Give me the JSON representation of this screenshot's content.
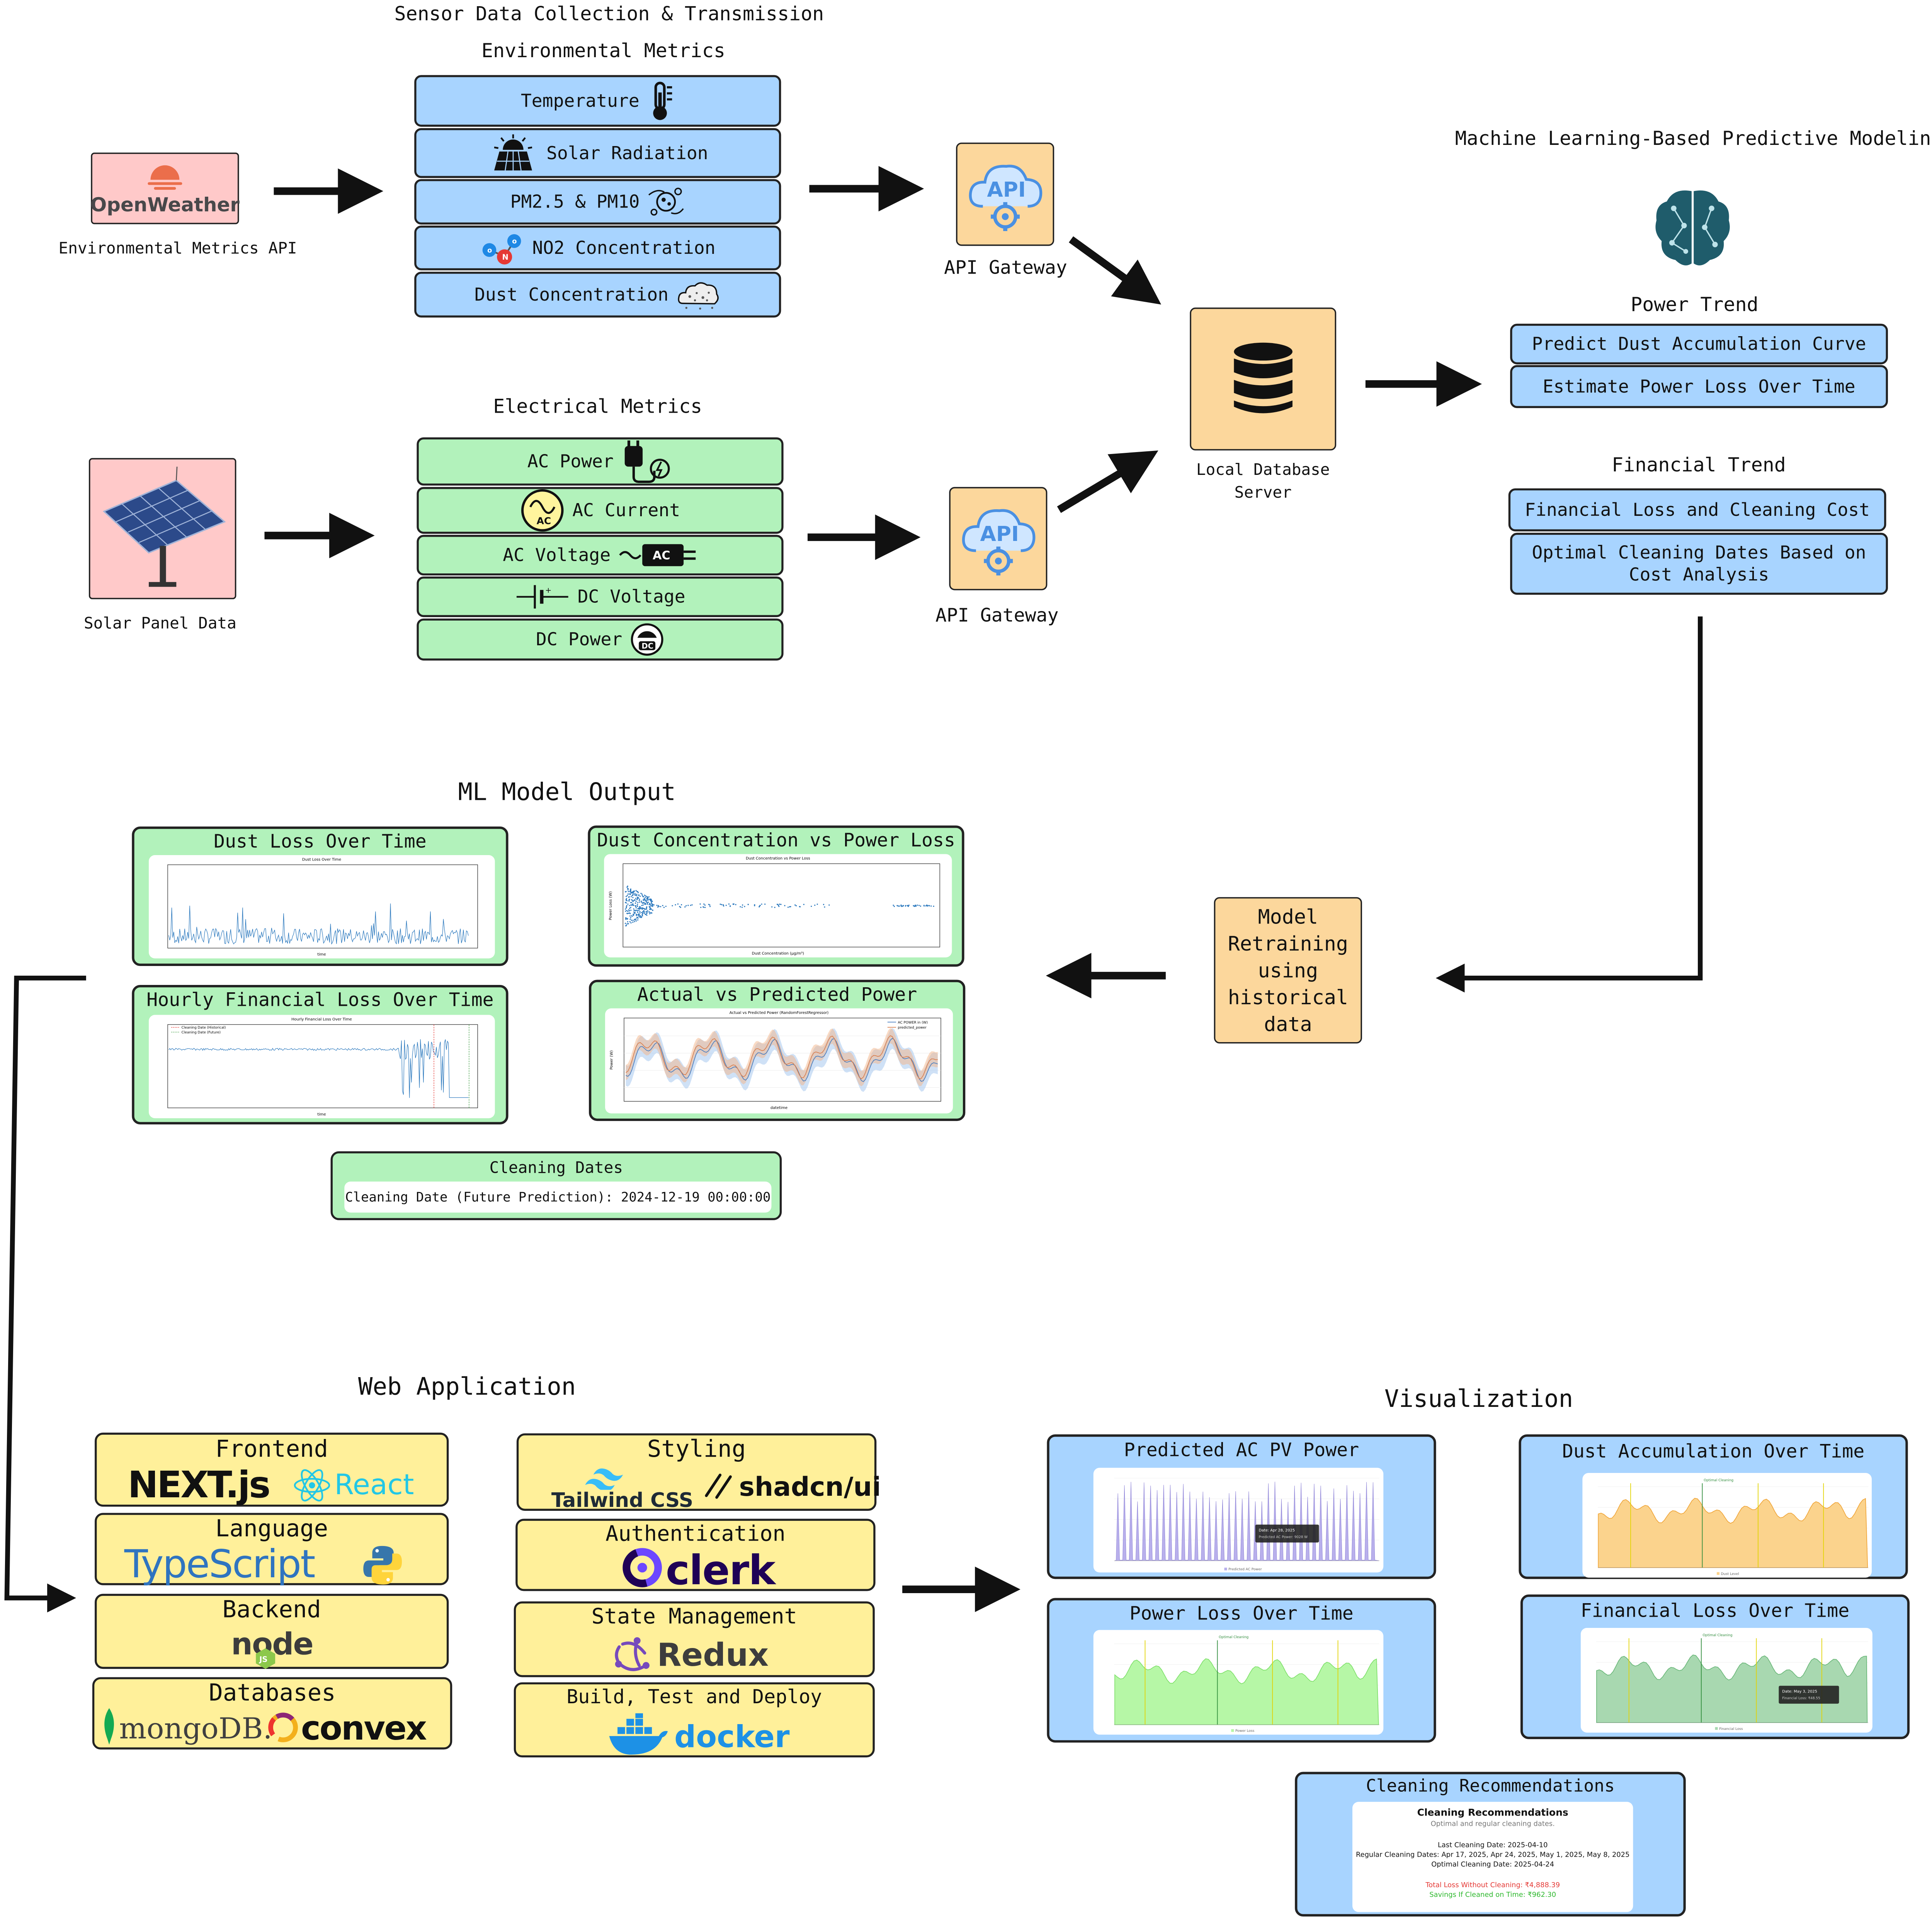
{
  "titles": {
    "sensor": "Sensor Data Collection & Transmission",
    "env": "Environmental Metrics",
    "elec": "Electrical Metrics",
    "ml_pred": "Machine Learning-Based Predictive Modeling",
    "power_trend": "Power Trend",
    "financial_trend": "Financial Trend",
    "ml_output": "ML Model Output",
    "web_app": "Web Application",
    "visualization": "Visualization"
  },
  "sources": {
    "openweather_logo": "OpenWeather",
    "openweather_label": "Environmental Metrics API",
    "solar_label": "Solar Panel Data"
  },
  "env_metrics": [
    "Temperature",
    "Solar Radiation",
    "PM2.5 & PM10",
    "NO2 Concentration",
    "Dust Concentration"
  ],
  "elec_metrics": [
    "AC Power",
    "AC Current",
    "AC Voltage",
    "DC Voltage",
    "DC Power"
  ],
  "icons": {
    "temperature": "thermometer-icon",
    "solar": "solar-panel-sun-icon",
    "pm": "particulate-icon",
    "no2": "molecule-icon",
    "dust": "dust-cloud-icon",
    "ac_power": "plug-icon",
    "ac_current": "ac-sine-icon",
    "ac_voltage": "ac-source-icon",
    "dc_voltage": "battery-symbol-icon",
    "dc_power": "dc-meter-icon",
    "brain": "brain-network-icon",
    "database": "database-icon",
    "api": "api-cloud-gear-icon"
  },
  "gateway": {
    "label": "API Gateway",
    "api_text": "API"
  },
  "database": {
    "label": "Local Database Server"
  },
  "power_trend_items": [
    "Predict Dust Accumulation Curve",
    "Estimate Power Loss Over Time"
  ],
  "financial_trend_items": [
    "Financial Loss and Cleaning Cost",
    "Optimal Cleaning Dates Based on Cost Analysis"
  ],
  "retraining": {
    "label": "Model Retraining using historical data"
  },
  "ml_outputs": {
    "dust_loss": {
      "title": "Dust Loss Over Time",
      "chart_title": "Dust Loss Over Time",
      "xlabel": "time"
    },
    "hourly_financial": {
      "title": "Hourly Financial Loss Over Time",
      "chart_title": "Hourly Financial Loss Over Time",
      "legend": [
        "Cleaning Date (Historical)",
        "Cleaning Date (Future)"
      ],
      "xlabel": "time"
    },
    "dust_vs_power": {
      "title": "Dust Concentration vs Power Loss",
      "chart_title": "Dust Concentration vs Power Loss",
      "xlabel": "Dust Concentration (µg/m³)",
      "ylabel": "Power Loss (W)"
    },
    "actual_vs_pred": {
      "title": "Actual vs Predicted Power",
      "chart_title": "Actual vs Predicted Power (RandomForestRegressor)",
      "xlabel": "datetime",
      "ylabel": "Power (W)",
      "legend": [
        "AC POWER in (W)",
        "predicted_power"
      ]
    }
  },
  "cleaning_dates": {
    "title": "Cleaning Dates",
    "value": "Cleaning Date (Future Prediction): 2024-12-19 00:00:00"
  },
  "tech_stack": {
    "frontend": {
      "title": "Frontend",
      "logos": [
        "NEXT.js",
        "React"
      ]
    },
    "language": {
      "title": "Language",
      "logos": [
        "TypeScript",
        "python-logo"
      ]
    },
    "backend": {
      "title": "Backend",
      "logos": [
        "node"
      ]
    },
    "databases": {
      "title": "Databases",
      "logos": [
        "mongoDB.",
        "convex"
      ]
    },
    "styling": {
      "title": "Styling",
      "logos": [
        "Tailwind CSS",
        "shadcn/ui"
      ]
    },
    "auth": {
      "title": "Authentication",
      "logos": [
        "clerk"
      ]
    },
    "state": {
      "title": "State Management",
      "logos": [
        "Redux"
      ]
    },
    "build": {
      "title": "Build, Test and Deploy",
      "logos": [
        "docker"
      ]
    }
  },
  "visualizations": {
    "predicted_ac": {
      "title": "Predicted AC PV Power",
      "tooltip_date": "Date: Apr 28, 2025",
      "tooltip_value": "Predicted AC Power: 9028 W",
      "legend": "Predicted AC Power"
    },
    "dust_accum": {
      "title": "Dust Accumulation Over Time",
      "marker": "Optimal Cleaning",
      "legend": "Dust Level"
    },
    "power_loss": {
      "title": "Power Loss Over Time",
      "marker": "Optimal Cleaning",
      "legend": "Power Loss"
    },
    "financial_loss": {
      "title": "Financial Loss Over Time",
      "marker": "Optimal Cleaning",
      "tooltip_date": "Date: May 3, 2025",
      "tooltip_value": "Financial Loss: ₹48.55",
      "legend": "Financial Loss"
    }
  },
  "cleaning_recs": {
    "panel_title": "Cleaning Recommendations",
    "card_title": "Cleaning Recommendations",
    "subtitle": "Optimal and regular cleaning dates.",
    "last": "Last Cleaning Date: 2025-04-10",
    "regular": "Regular Cleaning Dates: Apr 17, 2025, Apr 24, 2025, May 1, 2025, May 8, 2025",
    "optimal": "Optimal Cleaning Date: 2025-04-24",
    "total_loss": "Total Loss Without Cleaning: ₹4,888.39",
    "savings": "Savings If Cleaned on Time: ₹962.30"
  },
  "colors": {
    "blue": "#a8d4ff",
    "green": "#b2f2bb",
    "peach": "#fcd79c",
    "pink": "#ffc9c9",
    "yellow": "#fff09a",
    "api_blue": "#4a90e2"
  }
}
